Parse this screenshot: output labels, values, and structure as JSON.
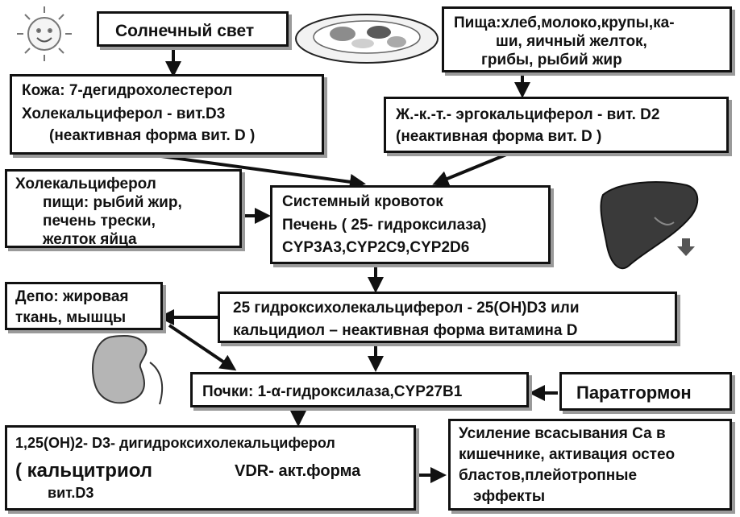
{
  "sunlight": "Солнечный свет",
  "food": {
    "line1": "Пища:хлеб,молоко,крупы,ка-",
    "line2": "ши, яичный желток,",
    "line3": "грибы, рыбий жир"
  },
  "skin": {
    "line1": "Кожа: 7-дегидрохолестерол",
    "line2": "Холекальциферол - вит.D3",
    "line3": "(неактивная форма вит. D )"
  },
  "gut": {
    "line1": "Ж.-к.-т.- эргокальциферол - вит. D2",
    "line2": "(неактивная форма вит. D )"
  },
  "dietary": {
    "line1": "Холекальциферол",
    "line2": "пищи: рыбий жир,",
    "line3": "печень трески,",
    "line4": "желток яйца"
  },
  "blood": {
    "line1": "Системный кровоток",
    "line2": "Печень ( 25- гидроксилаза)",
    "line3": "CYP3A3,CYP2C9,CYP2D6"
  },
  "depot": {
    "line1": "Депо: жировая",
    "line2": "ткань, мышцы"
  },
  "calcidiol": {
    "line1": "25 гидроксихолекальциферол - 25(OH)D3 или",
    "line2": "кальцидиол  – неактивная форма витамина D"
  },
  "kidney": "Почки: 1-α-гидроксилаза,CYP27B1",
  "pth": "Паратгормон",
  "calcitriol": {
    "line1": "1,25(OH)2- D3- дигидроксихолекальциферол",
    "line2a": "( кальцитриол",
    "line2b": "VDR- акт.форма",
    "line3": "вит.D3"
  },
  "effects": {
    "line1": "Усиление всасывания Са в",
    "line2": "кишечнике, активация остео",
    "line3": "бластов,плейотропные",
    "line4": "эффекты"
  },
  "colors": {
    "border": "#111111",
    "shadow": "#9a9a9a",
    "liver": "#3a3a3a",
    "kidney": "#b5b5b5"
  },
  "icons": [
    "sun-icon",
    "food-plate-icon",
    "liver-icon",
    "down-arrow-icon",
    "kidney-icon"
  ]
}
